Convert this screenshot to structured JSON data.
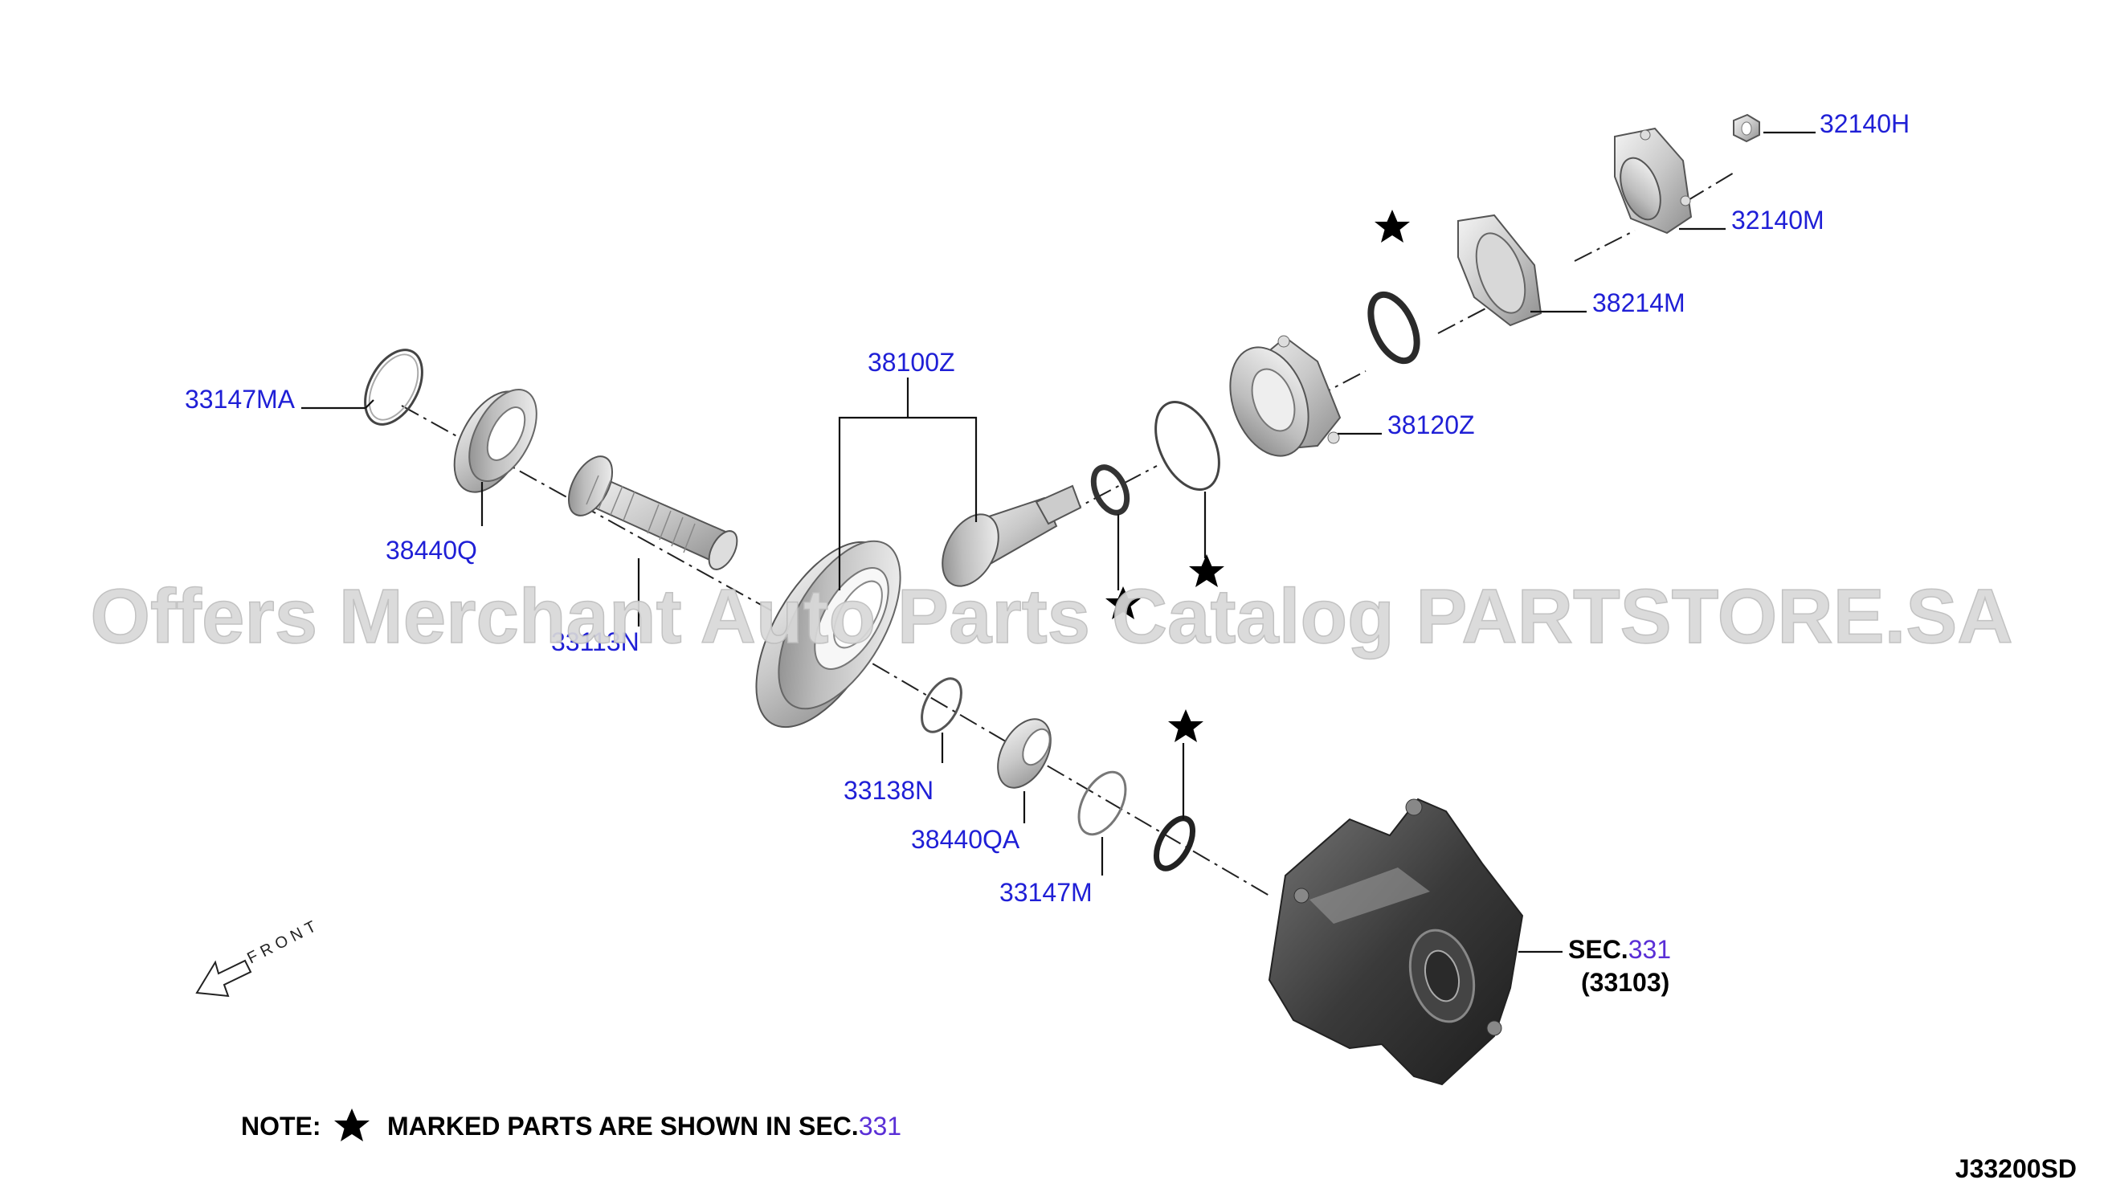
{
  "parts": {
    "p33147MA": "33147MA",
    "p38440Q": "38440Q",
    "p33113N": "33113N",
    "p38100Z": "38100Z",
    "p38120Z": "38120Z",
    "p38214M": "38214M",
    "p32140M": "32140M",
    "p32140H": "32140H",
    "p33138N": "33138N",
    "p38440QA": "38440QA",
    "p33147M": "33147M"
  },
  "section_ref": {
    "prefix": "SEC.",
    "number": "331",
    "code": "(33103)"
  },
  "front_label": "FRONT",
  "watermark": "Offers Merchant Auto Parts Catalog PARTSTORE.SA",
  "note": {
    "prefix": "NOTE:",
    "text": "MARKED PARTS ARE SHOWN IN SEC.",
    "link": "331"
  },
  "diagram_code": "J33200SD",
  "colors": {
    "part_label": "#1f1fd6",
    "section_link": "#5a2fd6",
    "line": "#111111"
  }
}
